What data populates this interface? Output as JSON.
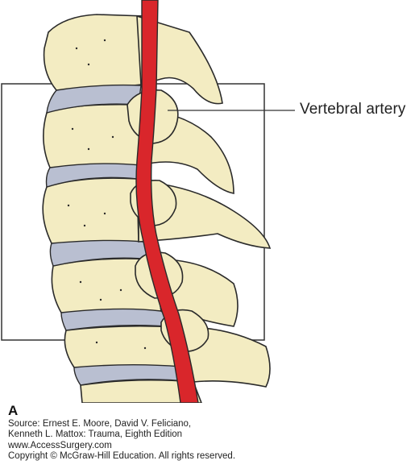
{
  "figure": {
    "label": "Vertebral artery",
    "panel_letter": "A",
    "colors": {
      "bone_fill": "#f3ecc2",
      "bone_outline": "#2a2a2a",
      "disc": "#b9bfd1",
      "artery": "#d9262b",
      "frame": "#333333"
    }
  },
  "caption": {
    "line1": "Source: Ernest E. Moore, David V. Feliciano,",
    "line2": "Kenneth L. Mattox: Trauma, Eighth Edition",
    "line3": "www.AccessSurgery.com",
    "line4": "Copyright © McGraw-Hill Education. All rights reserved."
  }
}
